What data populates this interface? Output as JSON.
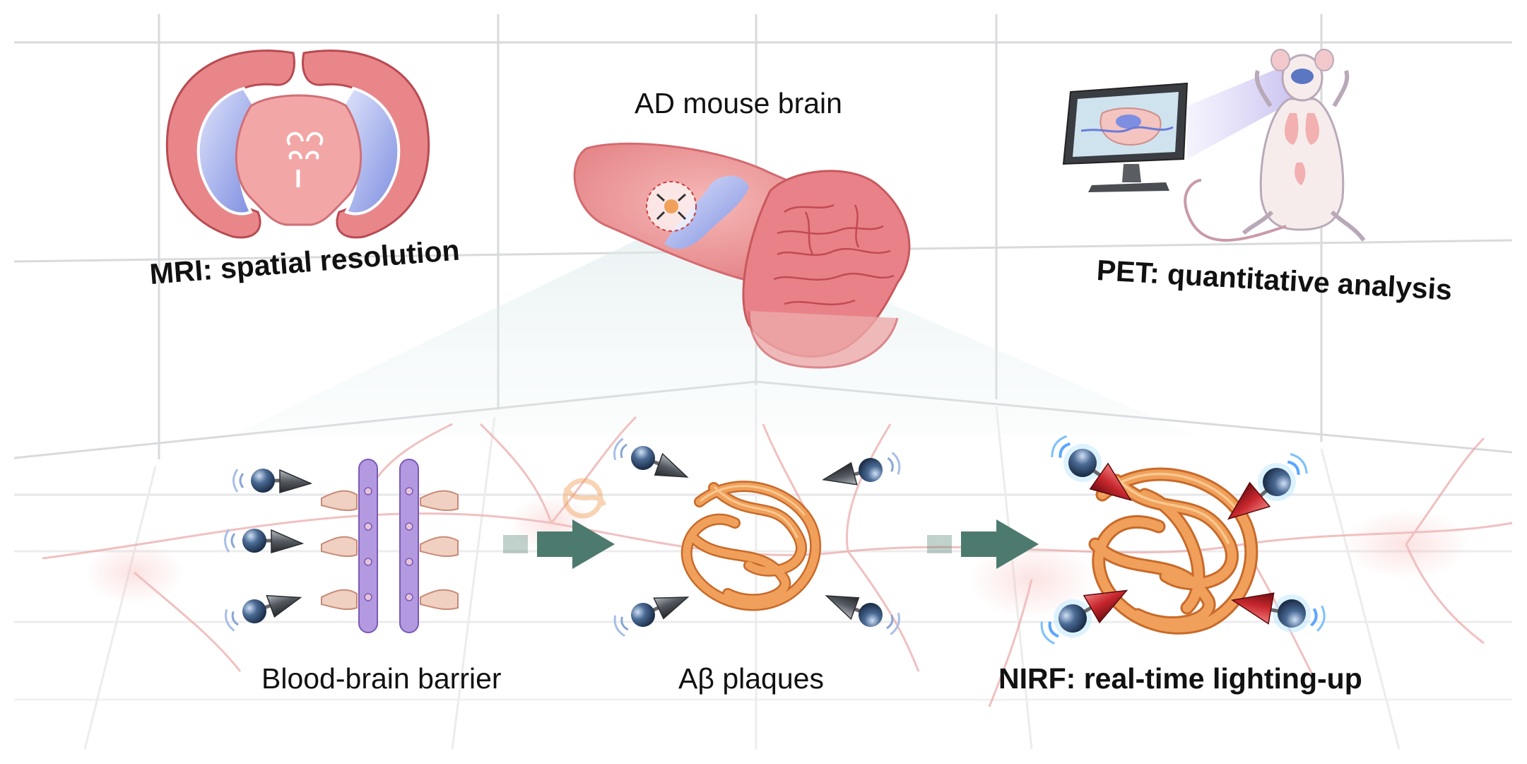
{
  "labels": {
    "ad_mouse_brain": "AD mouse brain",
    "mri": "MRI:  spatial resolution",
    "pet": "PET: quantitative analysis",
    "bbb": "Blood-brain barrier",
    "abeta": "Aβ plaques",
    "nirf": "NIRF: real-time lighting-up"
  },
  "icons": [
    "mri-brain-section-icon",
    "ad-mouse-brain-icon",
    "pet-monitor-icon",
    "mouse-icon",
    "nanoprobe-icon",
    "blood-brain-barrier-icon",
    "abeta-plaque-icon",
    "arrow-icon",
    "neuron-network-icon"
  ],
  "colors": {
    "tissue_pink": "#e8868a",
    "ventricle_blue": "#9aa9e8",
    "plaque_orange": "#f0a05a",
    "probe_gray": "#555a60",
    "probe_red": "#c8282e",
    "sphere_blue": "#4a6a94",
    "arrow_green": "#4d7a6e",
    "barrier_purple": "#a98ad8",
    "grid_gray": "#d8dadc"
  }
}
